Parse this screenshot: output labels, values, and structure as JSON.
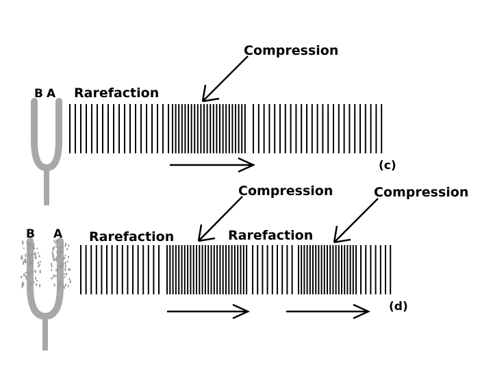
{
  "diagram": {
    "colors": {
      "ink": "#000000",
      "fork": "#a8a8a8",
      "fork_dark": "#7a7a7a",
      "bg": "#ffffff"
    },
    "panel_c": {
      "label": "(c)",
      "prong_left": "B",
      "prong_right": "A",
      "rarefaction": "Rarefaction",
      "compression": "Compression"
    },
    "panel_d": {
      "label": "(d)",
      "prong_left": "B",
      "prong_right": "A",
      "rarefaction_1": "Rarefaction",
      "rarefaction_2": "Rarefaction",
      "compression_1": "Compression",
      "compression_2": "Compression"
    }
  }
}
